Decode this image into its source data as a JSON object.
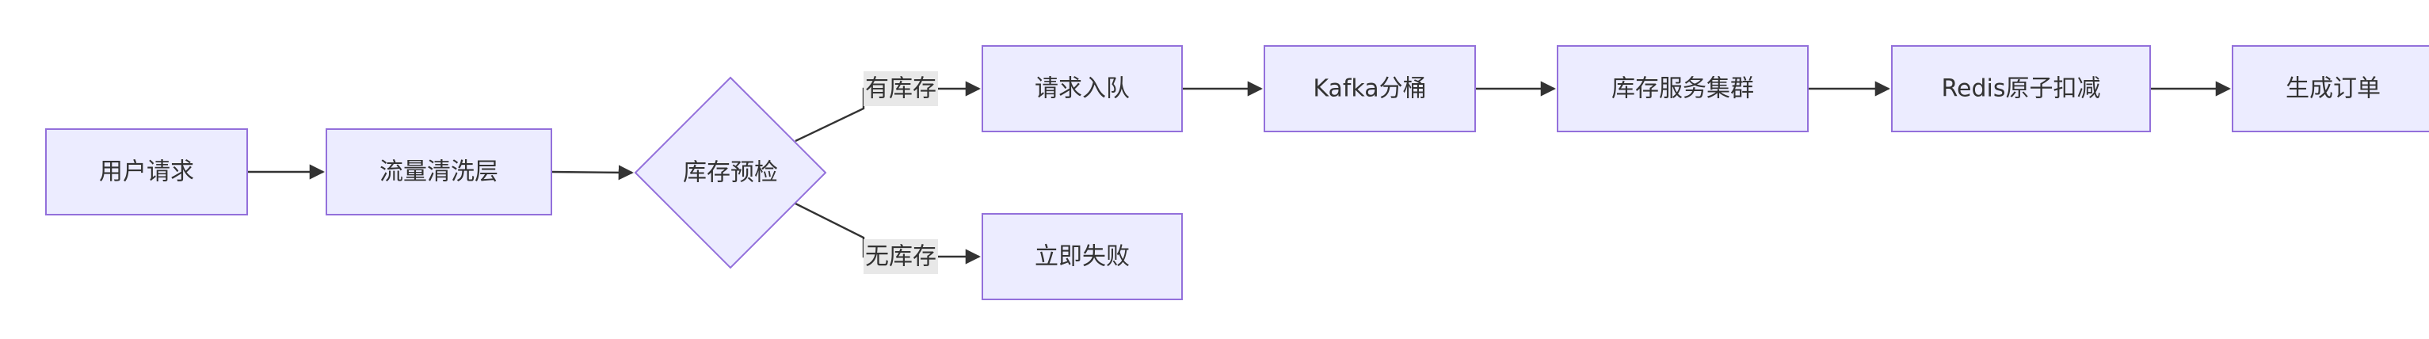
{
  "nodes": {
    "user_request": "用户请求",
    "traffic_cleaning": "流量清洗层",
    "inventory_precheck": "库存预检",
    "enqueue_request": "请求入队",
    "kafka_buckets": "Kafka分桶",
    "inventory_cluster": "库存服务集群",
    "redis_atomic_decrement": "Redis原子扣减",
    "generate_order": "生成订单",
    "fail_immediately": "立即失败"
  },
  "edges": {
    "in_stock": "有库存",
    "out_of_stock": "无库存"
  },
  "colors": {
    "node_fill": "#ececff",
    "node_stroke": "#9370db",
    "edge": "#333333",
    "label_bg": "#e8e8e8"
  }
}
